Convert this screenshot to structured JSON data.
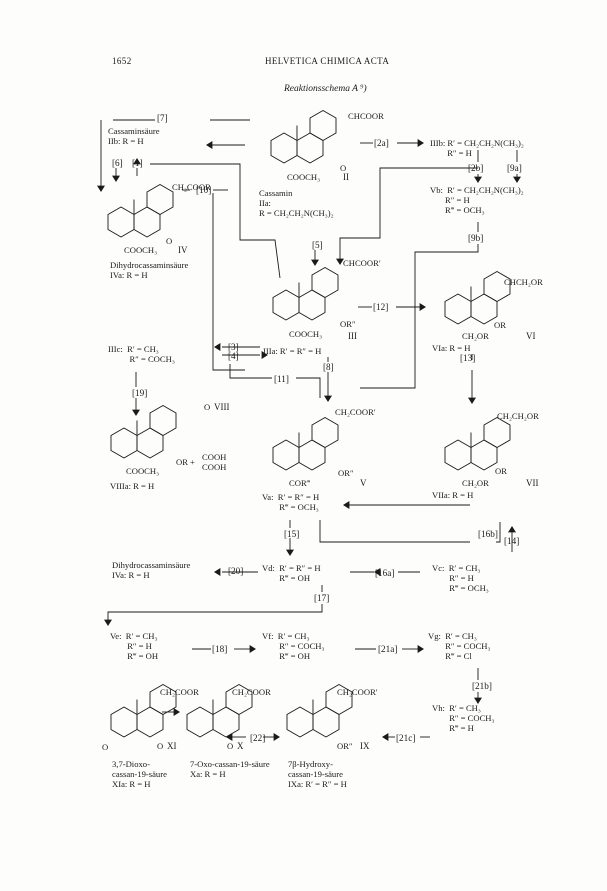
{
  "page_number": "1652",
  "journal": "HELVETICA CHIMICA ACTA",
  "scheme_title": "Reaktionsschema A ⁹)",
  "steps": [
    "[7]",
    "[2a]",
    "[6]",
    "[1]",
    "[10]",
    "[5]",
    "[2b]",
    "[9a]",
    "[9b]",
    "[12]",
    "[3]",
    "[4]",
    "[11]",
    "[8]",
    "[19]",
    "[13]",
    "[15]",
    "[16b]",
    "[14]",
    "[20]",
    "[16a]",
    "[17]",
    "[18]",
    "[21a]",
    "[21b]",
    "[22]",
    "[21c]"
  ],
  "compounds": {
    "II": {
      "numeral": "II",
      "sub": "CHCOOR",
      "ring": "O",
      "sub2": "COOCH₃",
      "name": "Cassamin",
      "note": "IIa:\nR = CH₂CH₂N(CH₃)₂"
    },
    "IIb": {
      "name": "Cassaminsäure",
      "note": "IIb: R = H"
    },
    "IIIb": {
      "note": "IIIb: R′ = CH₂CH₂N(CH₃)₂\n        R″ = H"
    },
    "Vb": {
      "note": "Vb:  R′ = CH₂CH₂N(CH₃)₂\n       R″ = H\n       R‴ = OCH₃"
    },
    "IV": {
      "numeral": "IV",
      "sub": "CH₂COOR",
      "ring": "O",
      "sub2": "COOCH₃",
      "name": "Dihydrocassaminsäure",
      "note": "IVa:  R = H"
    },
    "III": {
      "numeral": "III",
      "sub": "CHCOOR′",
      "ring": "OR″",
      "sub2": "COOCH₃",
      "note": "IIIa:  R′ = R″ = H"
    },
    "VI": {
      "numeral": "VI",
      "sub": "CHCH₂OR",
      "ring": "OR",
      "sub2": "CH₂OR",
      "note": "VIa:  R = H"
    },
    "IIIc": {
      "note": "IIIc:  R′ = CH₃\n          R″ = COCH₃"
    },
    "VIII": {
      "numeral": "VIII",
      "ketone": "O",
      "ring": "OR",
      "sub2": "COOCH₃",
      "acid": "COOH\nCOOH",
      "plus": "+",
      "note": "VIIIa:  R = H"
    },
    "V": {
      "numeral": "V",
      "sub": "CH₂COOR′",
      "ring": "OR″",
      "sub2": "COR‴",
      "note": "Va:  R′ = R″ = H\n        R‴ = OCH₃"
    },
    "VII": {
      "numeral": "VII",
      "sub": "CH₂CH₂OR",
      "ring": "OR",
      "sub2": "CH₂OR",
      "note": "VIIa:  R = H"
    },
    "IVa2": {
      "name": "Dihydrocassaminsäure",
      "note": "IVa:  R = H"
    },
    "Vd": {
      "note": "Vd:  R′ = R″ = H\n        R‴ = OH"
    },
    "Vc": {
      "note": "Vc:  R′ = CH₃\n        R″ = H\n        R‴ = OCH₃"
    },
    "Ve": {
      "note": "Ve:  R′ = CH₃\n        R″ = H\n        R‴ = OH"
    },
    "Vf": {
      "note": "Vf:  R′ = CH₃\n        R″ = COCH₃\n        R‴ = OH"
    },
    "Vg": {
      "note": "Vg:  R′ = CH₃\n        R″ = COCH₃\n        R‴ = Cl"
    },
    "Vh": {
      "note": "Vh:  R′ = CH₃\n        R″ = COCH₃\n        R‴ = H"
    },
    "XI": {
      "numeral": "XI",
      "sub": "CH₂COOR",
      "ketone": "O",
      "ring": "O",
      "name": "3,7-Dioxo-\ncassan-19-säure",
      "note": "XIa:  R = H"
    },
    "X": {
      "numeral": "X",
      "sub": "CH₂COOR",
      "ring": "O",
      "name": "7-Oxo-cassan-19-säure",
      "note": "Xa:  R = H"
    },
    "IX": {
      "numeral": "IX",
      "sub": "CH₂COOR′",
      "ring": "OR″",
      "name": "7β-Hydroxy-\ncassan-19-säure",
      "note": "IXa:  R′ = R″ = H"
    }
  }
}
